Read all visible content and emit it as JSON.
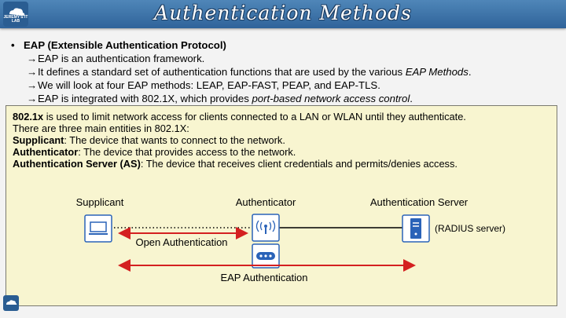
{
  "header": {
    "title": "Authentication Methods",
    "logo_text": "JEREMY'S IT LAB"
  },
  "bullets": {
    "main": "EAP (Extensible Authentication Protocol)",
    "sub": [
      {
        "plain": "EAP is an authentication framework.",
        "italic": "",
        "after": ""
      },
      {
        "plain": "It defines a standard set of authentication functions that are used by the various ",
        "italic": "EAP Methods",
        "after": "."
      },
      {
        "plain": "We will look at four EAP methods: LEAP, EAP-FAST, PEAP, and EAP-TLS.",
        "italic": "",
        "after": ""
      },
      {
        "plain": "EAP is integrated with 802.1X, which provides ",
        "italic": "port-based network access control",
        "after": "."
      }
    ]
  },
  "box": {
    "line1_bold": "802.1x",
    "line1_rest": " is used to limit network access for clients connected to a LAN or WLAN until they authenticate.",
    "line2": "There are three main entities in 802.1X:",
    "entities": [
      {
        "name": "Supplicant",
        "desc": ": The device that wants to connect to the network."
      },
      {
        "name": "Authenticator",
        "desc": ": The device that provides access to the network."
      },
      {
        "name": "Authentication Server (AS)",
        "desc": ": The device that receives client credentials and permits/denies access."
      }
    ]
  },
  "diagram": {
    "supplicant_label": "Supplicant",
    "authenticator_label": "Authenticator",
    "server_label": "Authentication Server",
    "radius_label": "(RADIUS server)",
    "open_auth_label": "Open Authentication",
    "eap_auth_label": "EAP Authentication",
    "device_icons": [
      "laptop-icon",
      "access-point-icon",
      "switch-icon",
      "server-icon"
    ]
  },
  "colors": {
    "header": "#3b74ac",
    "box_bg": "#f8f5d0",
    "device_blue": "#2a63b8",
    "arrow_red": "#d42020"
  }
}
